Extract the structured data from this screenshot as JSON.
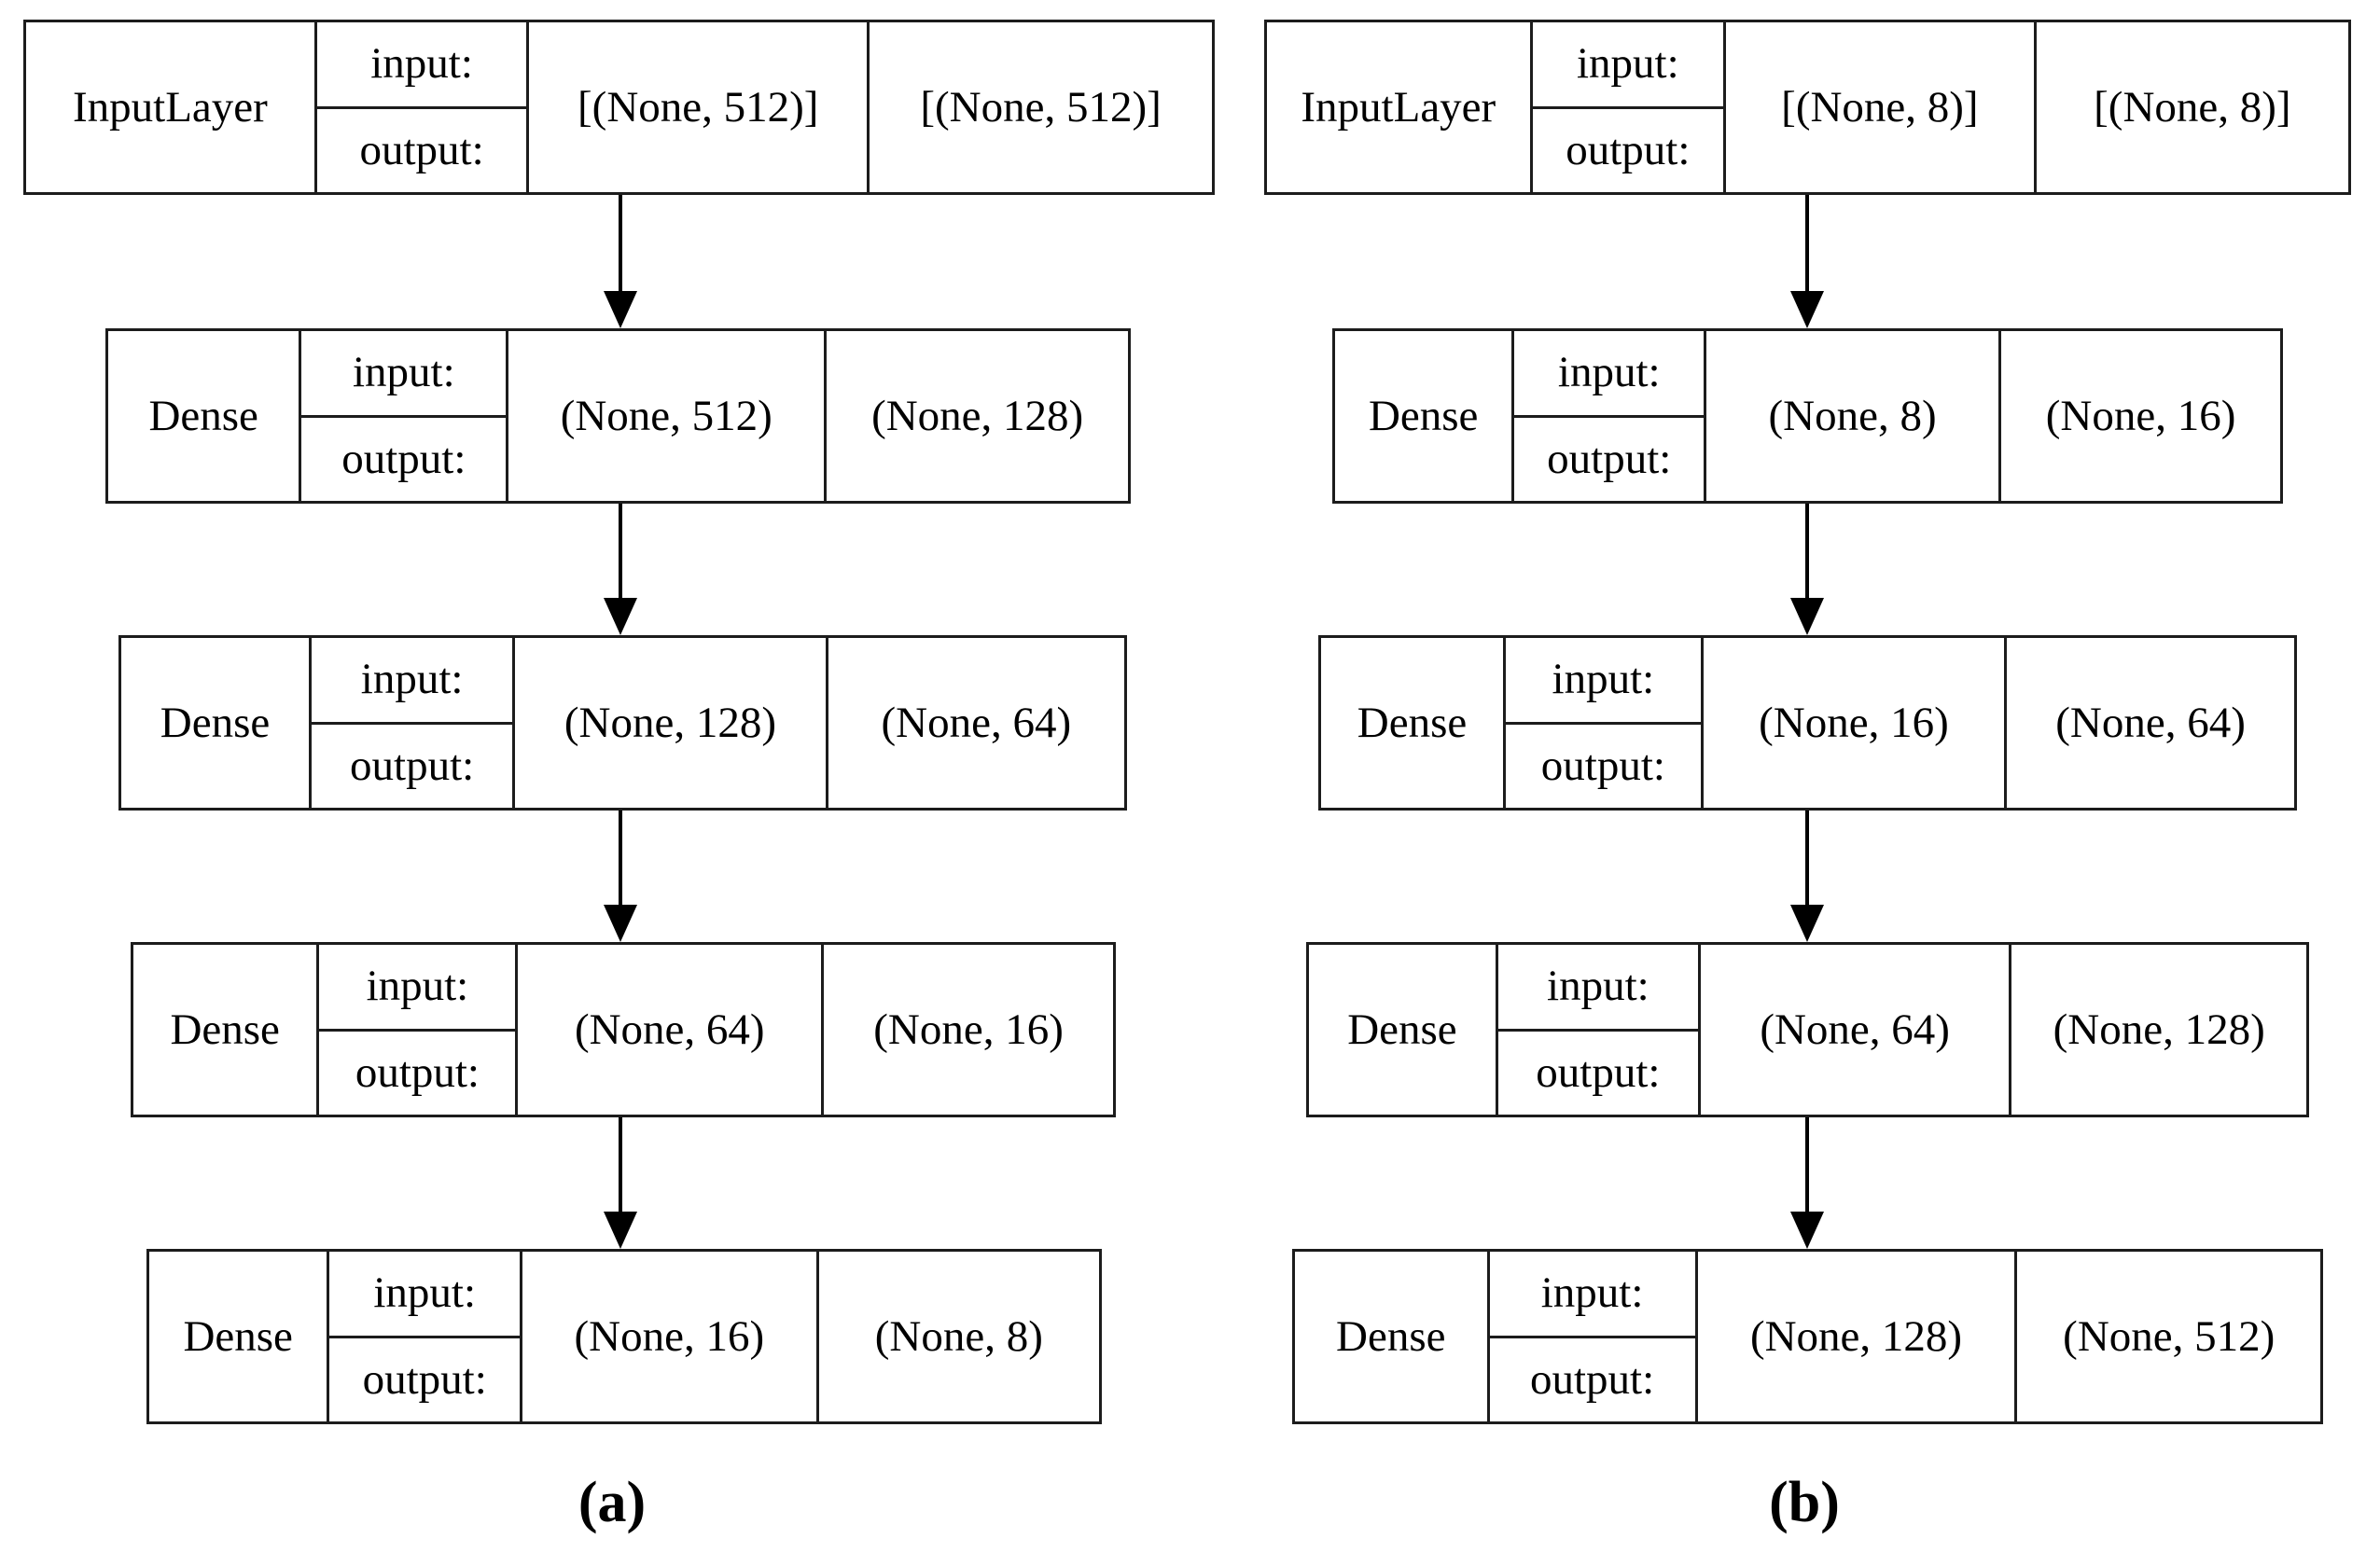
{
  "io": {
    "input": "input:",
    "output": "output:"
  },
  "colors": {
    "border": "#1c1c1c",
    "background": "#ffffff",
    "text": "#000000"
  },
  "diagrams": [
    {
      "label": "(a)",
      "layers": [
        {
          "name": "InputLayer",
          "input_shape": "[(None, 512)]",
          "output_shape": "[(None, 512)]"
        },
        {
          "name": "Dense",
          "input_shape": "(None, 512)",
          "output_shape": "(None, 128)"
        },
        {
          "name": "Dense",
          "input_shape": "(None, 128)",
          "output_shape": "(None, 64)"
        },
        {
          "name": "Dense",
          "input_shape": "(None, 64)",
          "output_shape": "(None, 16)"
        },
        {
          "name": "Dense",
          "input_shape": "(None, 16)",
          "output_shape": "(None, 8)"
        }
      ]
    },
    {
      "label": "(b)",
      "layers": [
        {
          "name": "InputLayer",
          "input_shape": "[(None, 8)]",
          "output_shape": "[(None, 8)]"
        },
        {
          "name": "Dense",
          "input_shape": "(None, 8)",
          "output_shape": "(None, 16)"
        },
        {
          "name": "Dense",
          "input_shape": "(None, 16)",
          "output_shape": "(None, 64)"
        },
        {
          "name": "Dense",
          "input_shape": "(None, 64)",
          "output_shape": "(None, 128)"
        },
        {
          "name": "Dense",
          "input_shape": "(None, 128)",
          "output_shape": "(None, 512)"
        }
      ]
    }
  ]
}
